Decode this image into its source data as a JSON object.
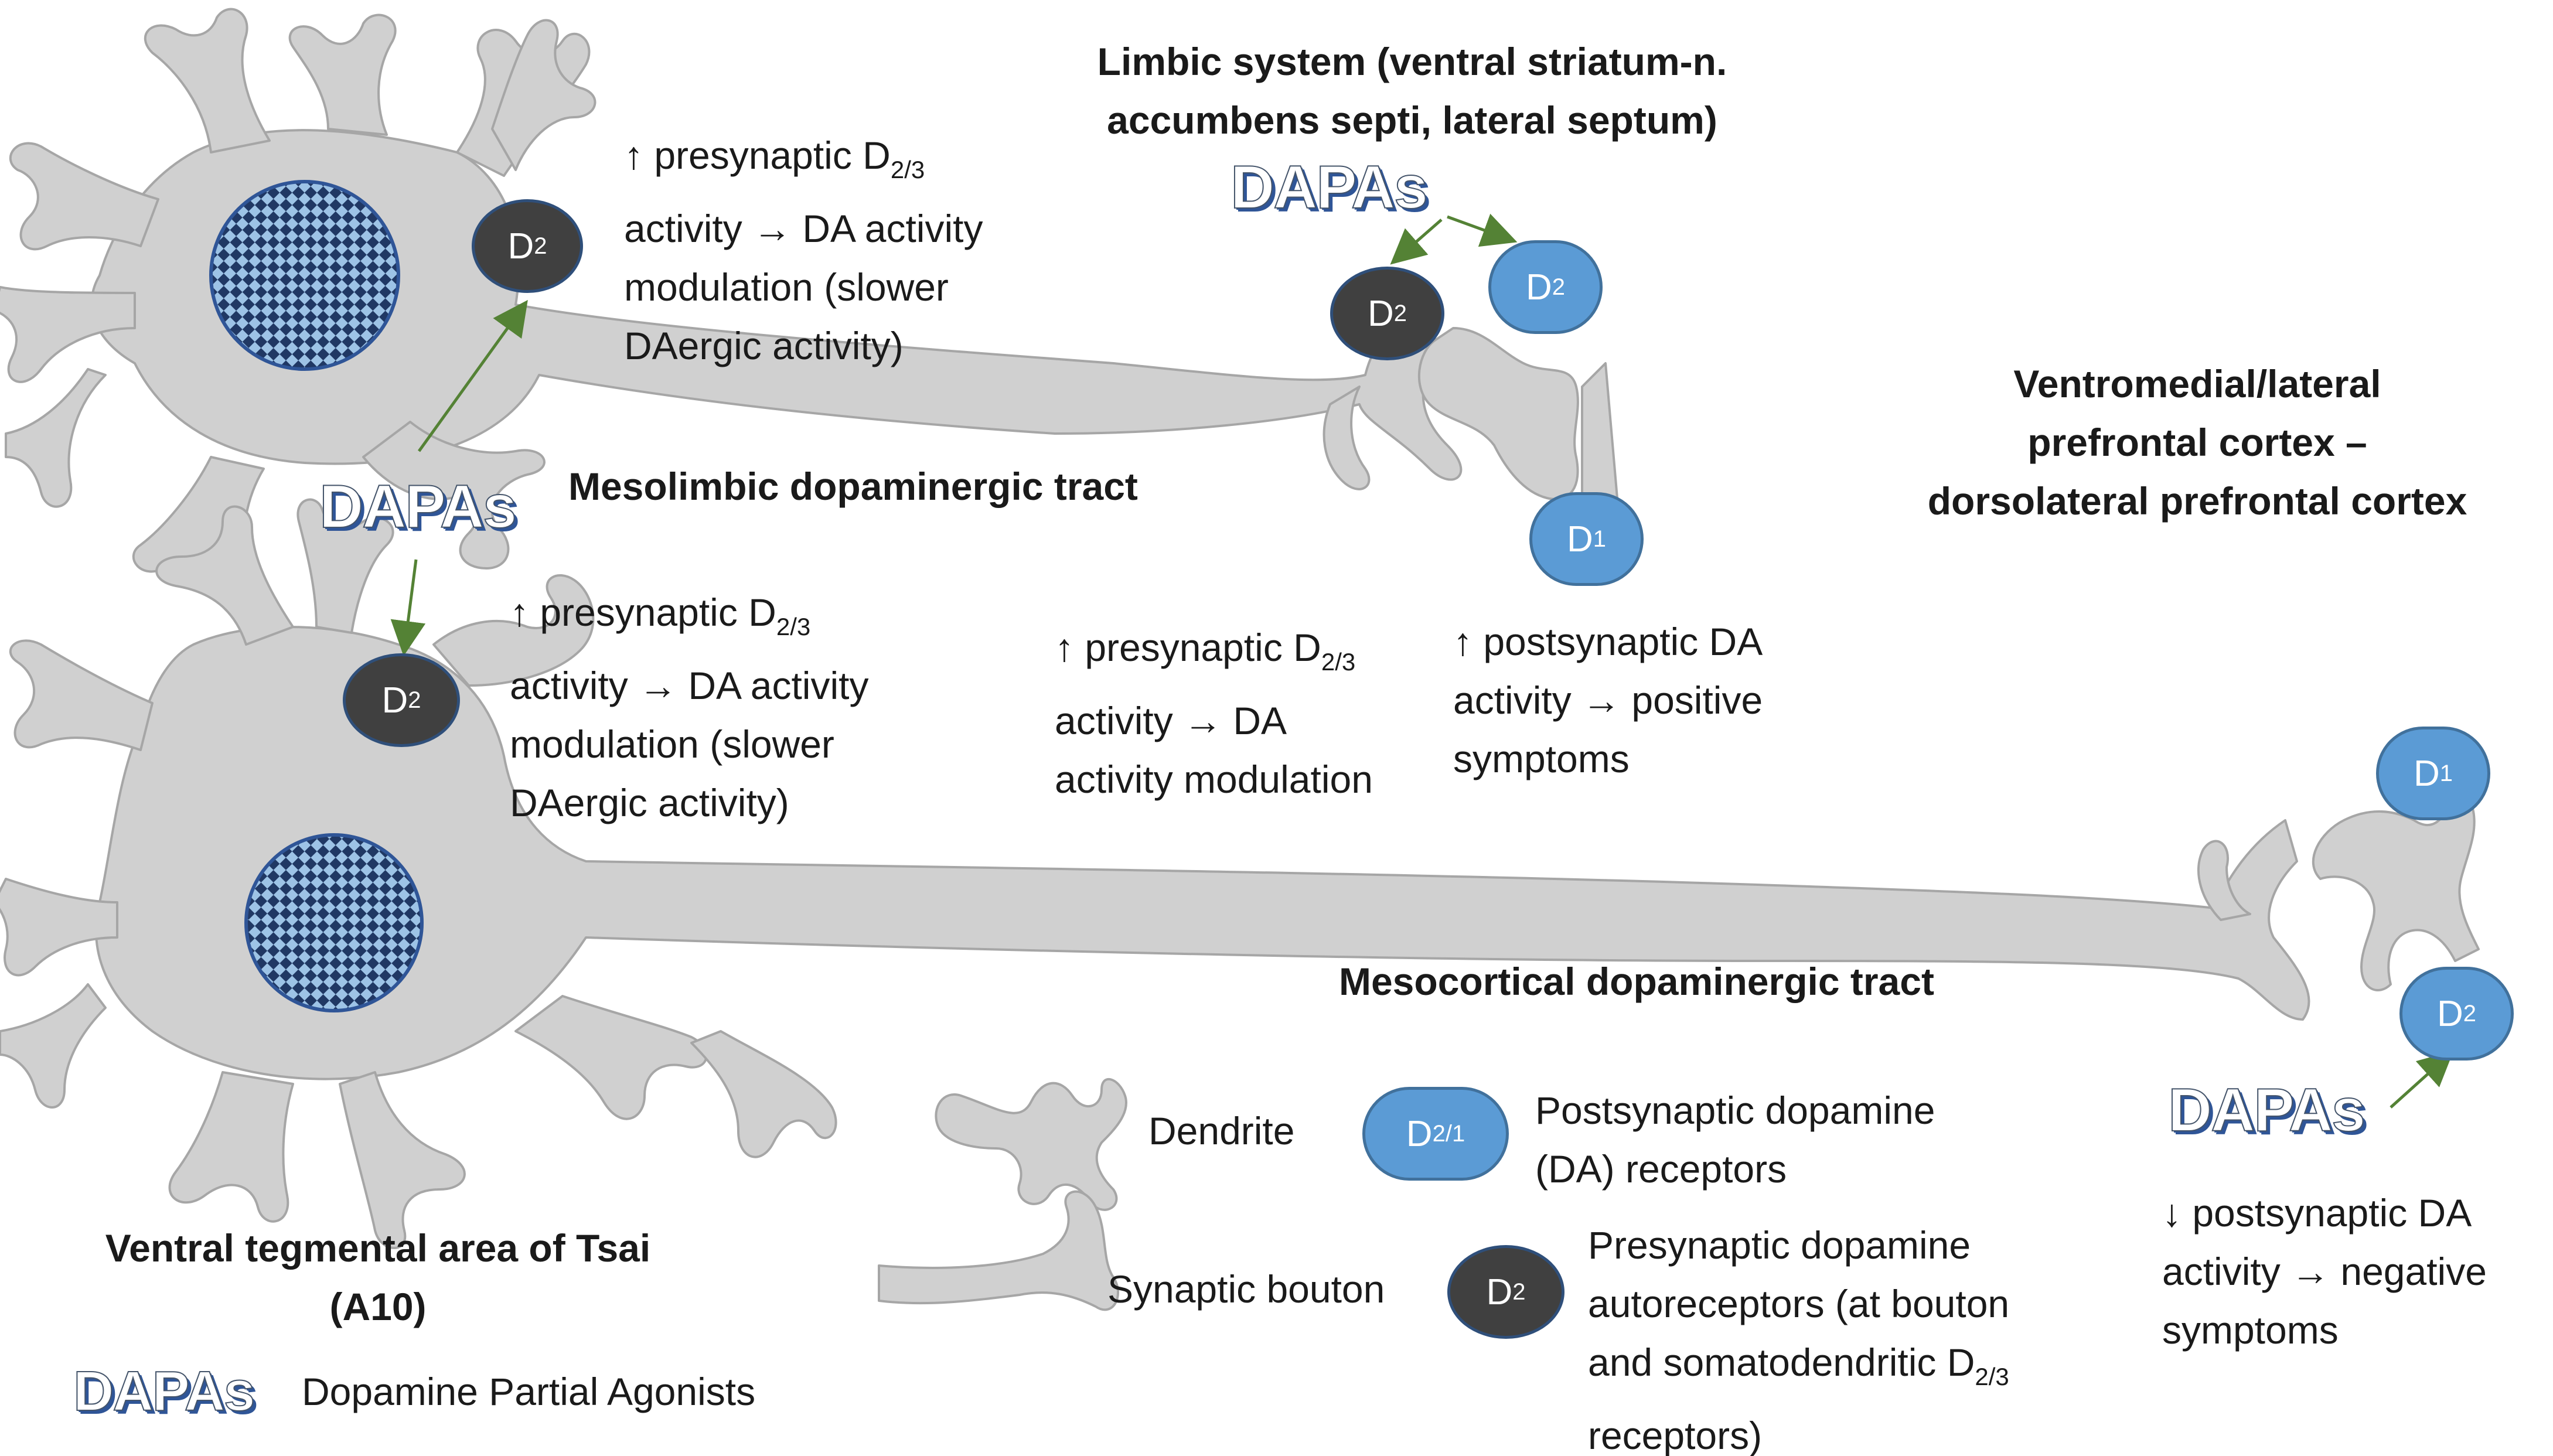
{
  "labels": {
    "limbic_line1": "Limbic system (ventral striatum-n.",
    "limbic_line2": "accumbens septi, lateral septum)",
    "prefrontal_line1": "Ventromedial/lateral",
    "prefrontal_line2": "prefrontal cortex –",
    "prefrontal_line3": "dorsolateral prefrontal cortex",
    "mesolimbic_tract": "Mesolimbic dopaminergic tract",
    "mesocortical_tract": "Mesocortical dopaminergic tract",
    "vta_line1": "Ventral tegmental area of Tsai",
    "vta_line2": "(A10)"
  },
  "annotations": {
    "top_left": {
      "l1a": "↑ presynaptic D",
      "l1sub": "2/3",
      "l2": "activity → DA activity",
      "l3": "modulation (slower",
      "l4": "DAergic activity)"
    },
    "mid_left": {
      "l1a": "↑ presynaptic D",
      "l1sub": "2/3",
      "l2": "activity → DA activity",
      "l3": "modulation (slower",
      "l4": "DAergic activity)"
    },
    "mid_center": {
      "l1a": "↑ presynaptic D",
      "l1sub": "2/3",
      "l2": "activity → DA",
      "l3": "activity modulation"
    },
    "mid_right": {
      "l1": "↑ postsynaptic DA",
      "l2": "activity → positive",
      "l3": "symptoms"
    },
    "bottom_right": {
      "l1": "↓ postsynaptic DA",
      "l2": "activity → negative",
      "l3": "symptoms"
    }
  },
  "dapas": {
    "label": "DAPAs"
  },
  "receptors": {
    "d2_letter": "D",
    "d2_sub": "2",
    "d1_letter": "D",
    "d1_sub": "1",
    "d21_sub": "2/1"
  },
  "legend": {
    "dendrite": "Dendrite",
    "synaptic_bouton": "Synaptic bouton",
    "postsynaptic_l1": "Postsynaptic dopamine",
    "postsynaptic_l2": "(DA) receptors",
    "presynaptic_l1": "Presynaptic dopamine",
    "presynaptic_l2": "autoreceptors (at bouton",
    "presynaptic_l3a": "and somatodendritic D",
    "presynaptic_l3sub": "2/3",
    "presynaptic_l4": "receptors)",
    "dapas_def": "Dopamine Partial Agonists"
  },
  "colors": {
    "neuron": "#d0d0d0",
    "neuron_edge": "#a6a6a6",
    "presynaptic_receptor": "#404040",
    "postsynaptic_receptor": "#5b9bd5",
    "arrow": "#548235",
    "nucleus": "#9dc3e6"
  }
}
